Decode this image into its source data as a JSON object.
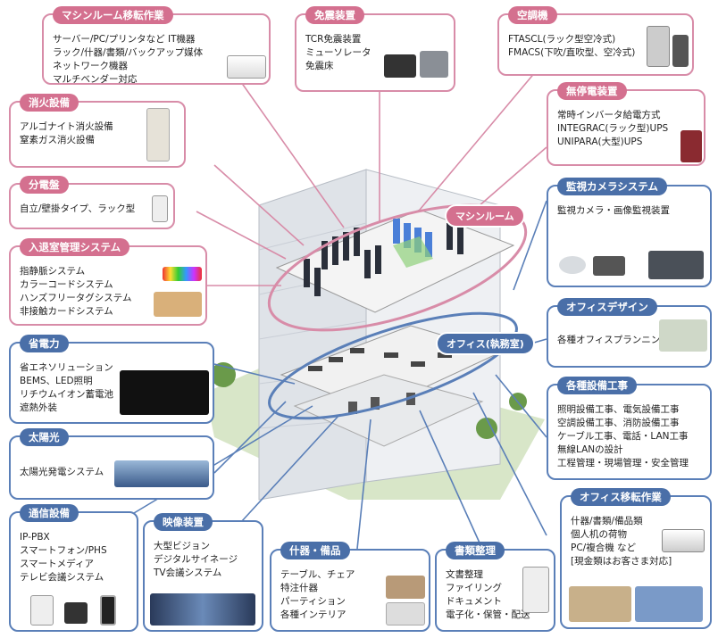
{
  "machine_move": {
    "title": "マシンルーム移転作業",
    "items": [
      "サーバー/PC/プリンタなど IT機器",
      "ラック/什器/書類/バックアップ媒体",
      "ネットワーク機器",
      "マルチベンダー対応"
    ]
  },
  "seismic": {
    "title": "免震装置",
    "items": [
      "TCR免震装置",
      "ミューソレータ",
      "免震床"
    ]
  },
  "aircon": {
    "title": "空調機",
    "items": [
      "FTASCL(ラック型空冷式)",
      "FMACS(下吹/直吹型、空冷式)"
    ]
  },
  "fire": {
    "title": "消火設備",
    "items": [
      "アルゴナイト消火設備",
      "窒素ガス消火設備"
    ]
  },
  "ups": {
    "title": "無停電装置",
    "items": [
      "常時インバータ給電方式",
      "INTEGRAC(ラック型)UPS",
      "UNIPARA(大型)UPS"
    ]
  },
  "panel": {
    "title": "分電盤",
    "items": [
      "自立/壁掛タイプ、ラック型"
    ]
  },
  "camera": {
    "title": "監視カメラシステム",
    "items": [
      "監視カメラ・画像監視装置"
    ]
  },
  "access": {
    "title": "入退室管理システム",
    "items": [
      "指静脈システム",
      "カラーコードシステム",
      "ハンズフリータグシステム",
      "非接触カードシステム"
    ]
  },
  "office_design": {
    "title": "オフィスデザイン",
    "items": [
      "各種オフィスプランニング"
    ]
  },
  "power_save": {
    "title": "省電力",
    "items": [
      "省エネソリューション",
      "BEMS、LED照明",
      "リチウムイオン蓄電池",
      "遮熱外装"
    ]
  },
  "equipment_work": {
    "title": "各種設備工事",
    "items": [
      "照明設備工事、電気設備工事",
      "空調設備工事、消防設備工事",
      "ケーブル工事、電話・LAN工事",
      "無線LANの設計",
      "工程管理・現場管理・安全管理"
    ]
  },
  "solar": {
    "title": "太陽光",
    "items": [
      "太陽光発電システム"
    ]
  },
  "office_move": {
    "title": "オフィス移転作業",
    "items": [
      "什器/書類/備品類",
      "個人机の荷物",
      "PC/複合機 など",
      "[現金類はお客さま対応]"
    ]
  },
  "telecom": {
    "title": "通信設備",
    "items": [
      "IP-PBX",
      "スマートフォン/PHS",
      "スマートメディア",
      "テレビ会議システム"
    ]
  },
  "video": {
    "title": "映像装置",
    "items": [
      "大型ビジョン",
      "デジタルサイネージ",
      "TV会議システム"
    ]
  },
  "furniture": {
    "title": "什器・備品",
    "items": [
      "テーブル、チェア",
      "特注什器",
      "パーティション",
      "各種インテリア"
    ]
  },
  "documents": {
    "title": "書類整理",
    "items": [
      "文書整理",
      "ファイリング",
      "ドキュメント",
      "電子化・保管・配送"
    ]
  },
  "labels": {
    "machine_room": "マシンルーム",
    "office": "オフィス(執務室)"
  },
  "colors": {
    "pink": "#d88ca8",
    "pink_tag": "#d4708f",
    "blue": "#5a7fb8",
    "blue_tag": "#4a6fa8"
  }
}
